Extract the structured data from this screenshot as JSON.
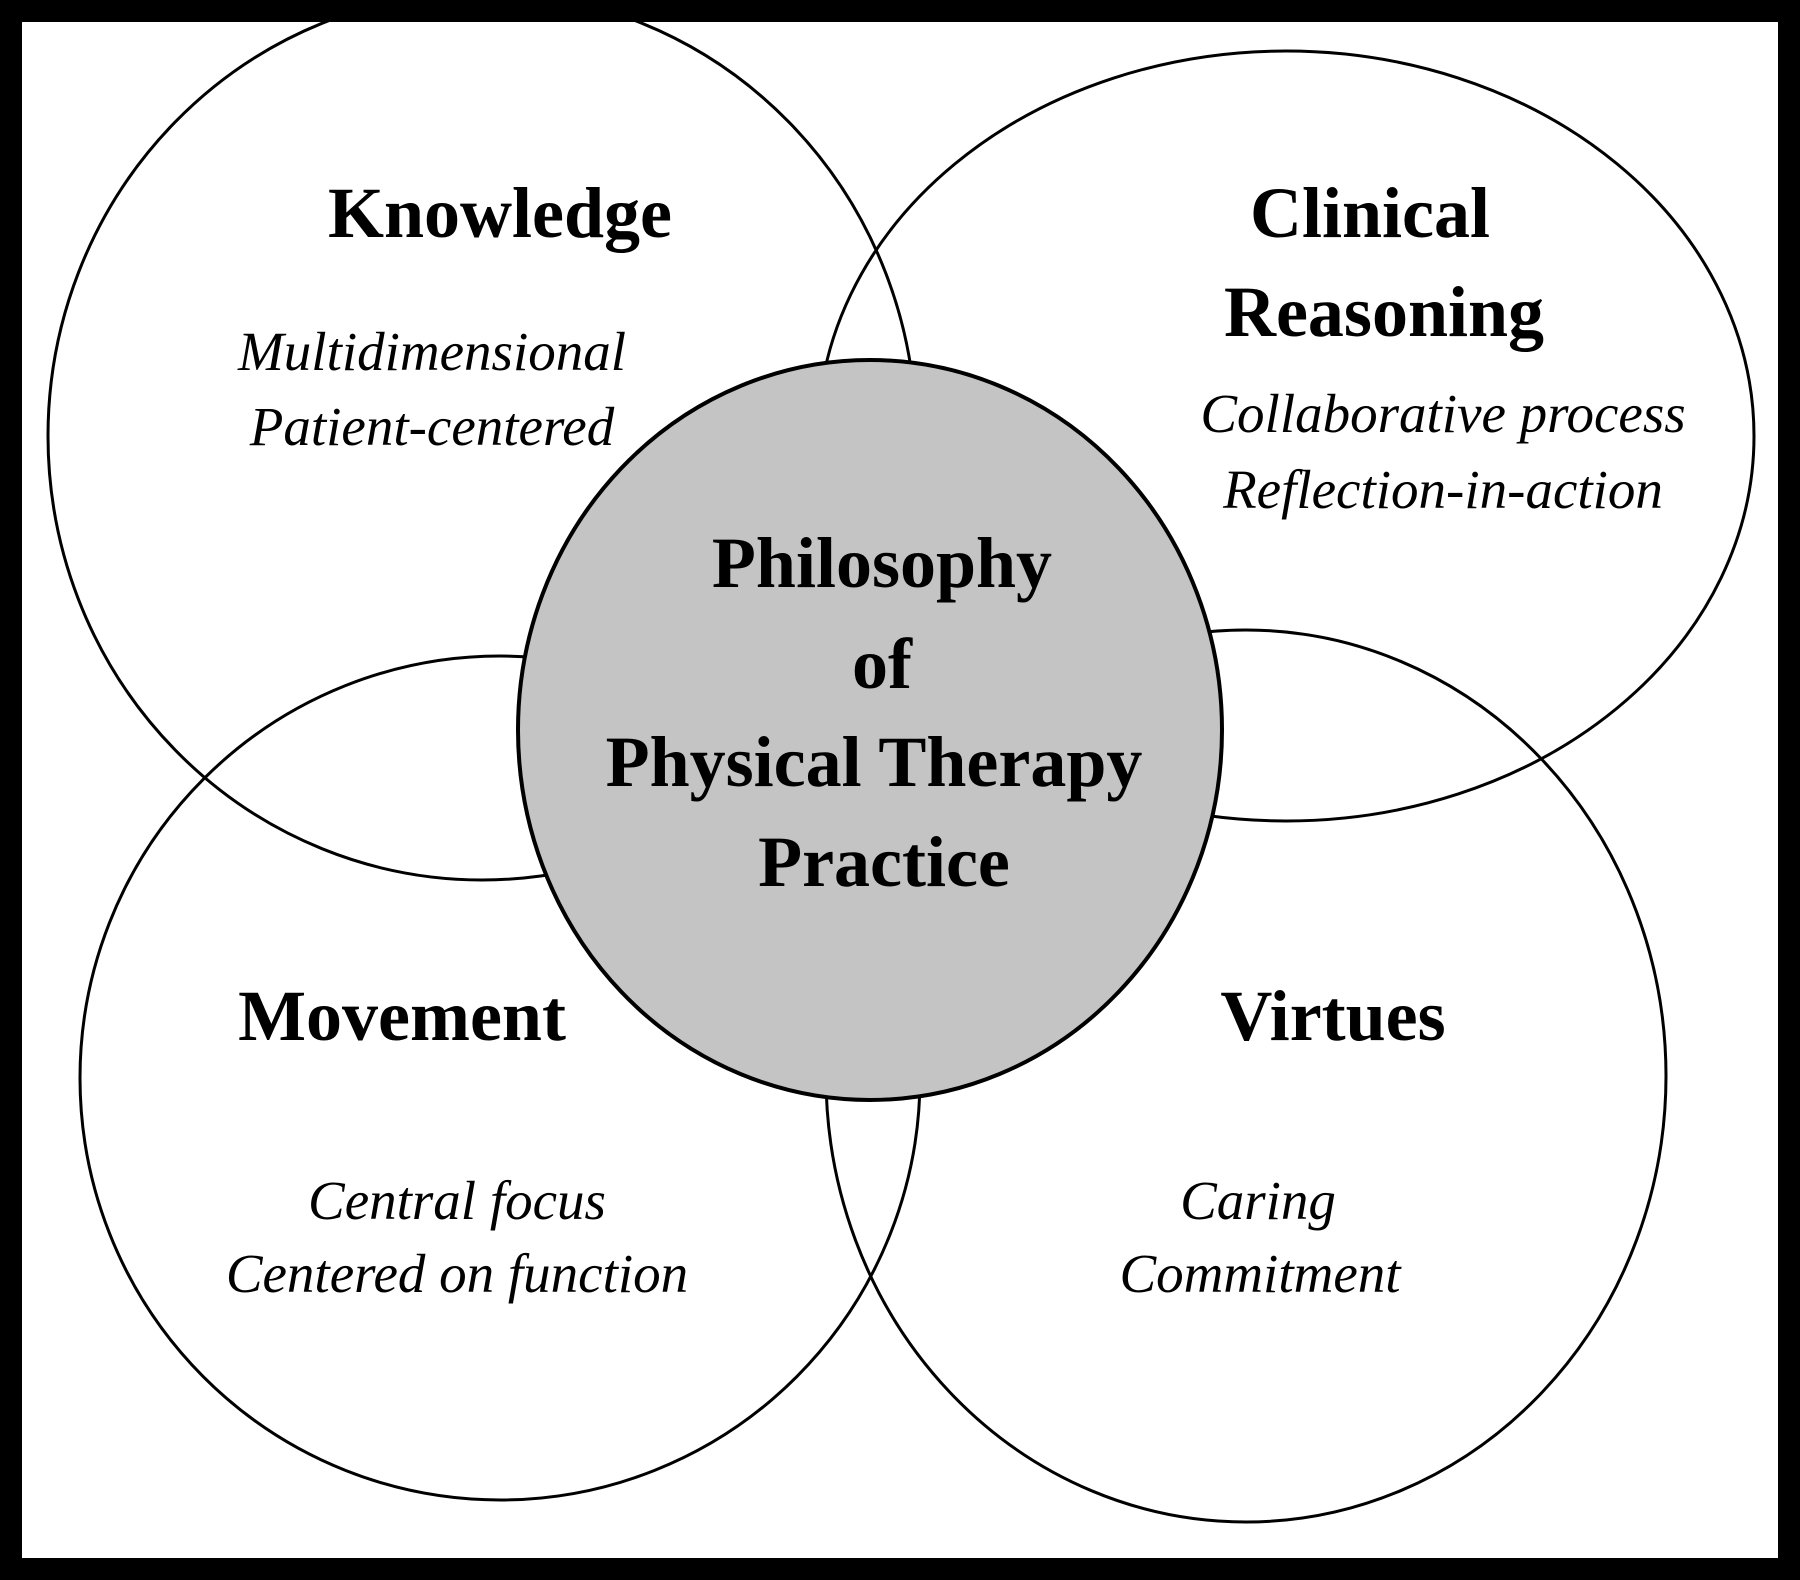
{
  "center": {
    "lines": [
      "Philosophy",
      "of",
      "Physical Therapy",
      "Practice"
    ],
    "fill_color": "#c4c4c4"
  },
  "circles": [
    {
      "id": "knowledge",
      "title_lines": [
        "Knowledge"
      ],
      "items": [
        "Multidimensional",
        "Patient-centered"
      ]
    },
    {
      "id": "clinical-reasoning",
      "title_lines": [
        "Clinical",
        "Reasoning"
      ],
      "items": [
        "Collaborative process",
        "Reflection-in-action"
      ]
    },
    {
      "id": "movement",
      "title_lines": [
        "Movement"
      ],
      "items": [
        "Central focus",
        "Centered on function"
      ]
    },
    {
      "id": "virtues",
      "title_lines": [
        "Virtues"
      ],
      "items": [
        "Caring",
        "Commitment"
      ]
    }
  ],
  "colors": {
    "border": "#000000",
    "background": "#ffffff",
    "stroke": "#000000"
  }
}
